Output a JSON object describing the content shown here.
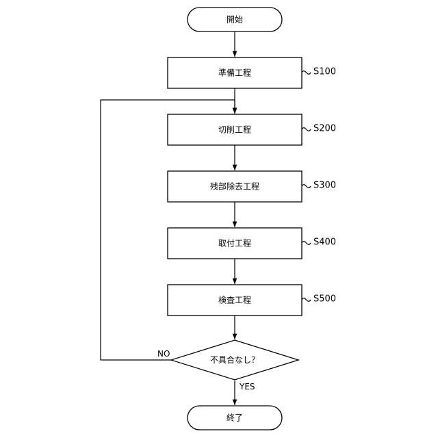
{
  "flowchart": {
    "start": "開始",
    "steps": [
      {
        "text": "準備工程",
        "id": "S100"
      },
      {
        "text": "切削工程",
        "id": "S200"
      },
      {
        "text": "残部除去工程",
        "id": "S300"
      },
      {
        "text": "取付工程",
        "id": "S400"
      },
      {
        "text": "検査工程",
        "id": "S500"
      }
    ],
    "decision": "不具合なし？",
    "no_label": "NO",
    "yes_label": "YES",
    "end": "終了"
  }
}
